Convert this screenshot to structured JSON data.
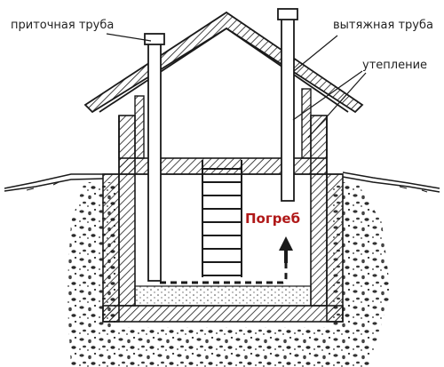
{
  "labels": {
    "supply_pipe": "приточная труба",
    "exhaust_pipe": "вытяжная труба",
    "insulation": "утепление",
    "cellar": "Погреб"
  },
  "colors": {
    "line": "#1a1a1a",
    "cellar_text": "#b01818",
    "hatch_fill": "#ffffff"
  },
  "icons": {
    "airflow_arrow": "arrow-up-icon"
  }
}
